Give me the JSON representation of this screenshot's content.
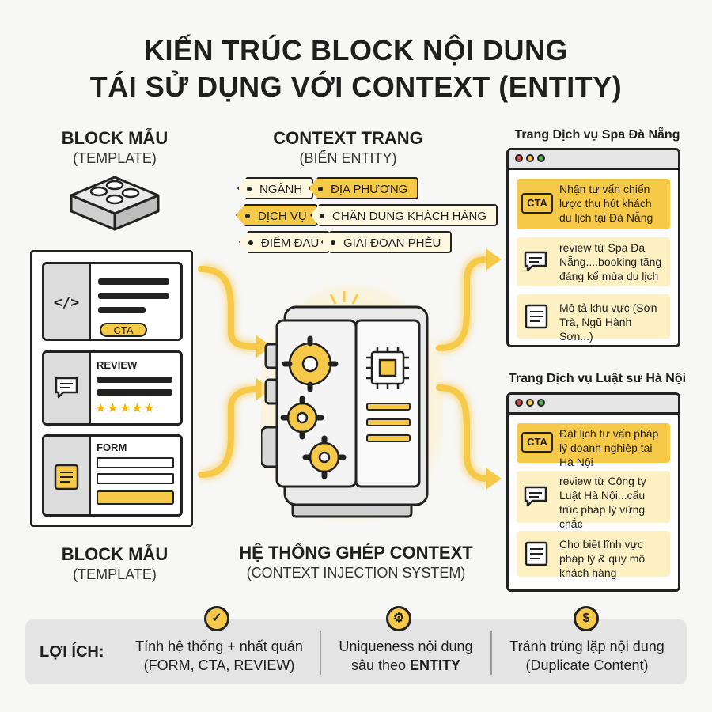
{
  "title": {
    "line1": "KIẾN TRÚC BLOCK NỘI DUNG",
    "line2": "TÁI SỬ DỤNG VỚI CONTEXT (ENTITY)"
  },
  "block_template_top": {
    "heading": "BLOCK MẪU",
    "sub": "(TEMPLATE)"
  },
  "block_template_bottom": {
    "heading": "BLOCK MẪU",
    "sub": "(TEMPLATE)"
  },
  "context": {
    "heading": "CONTEXT TRANG",
    "sub": "(BIẾN ENTITY)",
    "tags": [
      {
        "label": "NGÀNH"
      },
      {
        "label": "ĐỊA PHƯƠNG"
      },
      {
        "label": "DỊCH VỤ"
      },
      {
        "label": "CHÂN DUNG KHÁCH HÀNG"
      },
      {
        "label": "ĐIỂM ĐAU"
      },
      {
        "label": "GIAI ĐOẠN PHỄU"
      }
    ]
  },
  "blocks": {
    "cta_label": "CTA",
    "review_label": "REVIEW",
    "form_label": "FORM",
    "code_icon": "</>",
    "stars": "★★★★★"
  },
  "system": {
    "heading": "HỆ THỐNG GHÉP CONTEXT",
    "sub": "(CONTEXT INJECTION SYSTEM)"
  },
  "pages": [
    {
      "title": "Trang Dịch vụ Spa Đà Nẵng",
      "cta_badge": "CTA",
      "cta_text": "Nhận tư vấn chiến lược thu hút khách du lịch tại Đà Nẵng",
      "review_text": "review từ Spa Đà Nẵng....booking tăng đáng kể mùa du lịch",
      "form_text": "Mô tả khu vực (Sơn Trà, Ngũ Hành Sơn...)"
    },
    {
      "title": "Trang Dịch vụ Luật sư Hà Nội",
      "cta_badge": "CTA",
      "cta_text": "Đặt lịch tư vấn pháp lý doanh nghiệp tại Hà Nội",
      "review_text": "review từ Công ty Luật Hà Nội...cấu trúc pháp lý vững chắc",
      "form_text": "Cho biết lĩnh vực pháp lý & quy mô khách hàng"
    }
  ],
  "footer": {
    "label": "LỢI ÍCH:",
    "items": [
      {
        "line1": "Tính hệ thống + nhất quán",
        "line2": "(FORM, CTA, REVIEW)",
        "icon": "check-icon",
        "glyph": "✓"
      },
      {
        "line1": "Uniqueness nội dung",
        "line2_pre": "sâu theo ",
        "line2_bold": "ENTITY",
        "icon": "gears-icon",
        "glyph": "⚙"
      },
      {
        "line1": "Tránh trùng lặp nội dung",
        "line2": "(Duplicate Content)",
        "icon": "dollar-icon",
        "glyph": "$"
      }
    ]
  },
  "colors": {
    "accent": "#f7c948",
    "accent_light": "#fdf1c4",
    "ink": "#222222",
    "panel_gray": "#dcdcdc"
  }
}
